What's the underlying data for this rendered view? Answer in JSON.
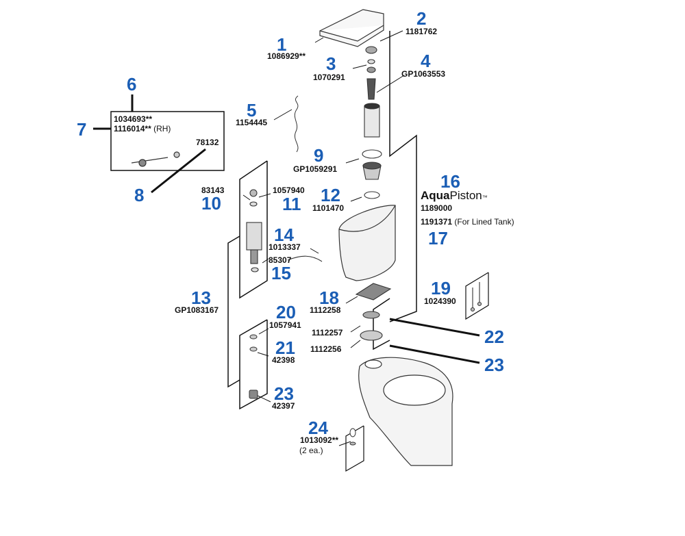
{
  "parts": [
    {
      "callout": "1",
      "part_number": "1086929**"
    },
    {
      "callout": "2",
      "part_number": "1181762"
    },
    {
      "callout": "3",
      "part_number": "1070291"
    },
    {
      "callout": "4",
      "part_number": "GP1063553"
    },
    {
      "callout": "5",
      "part_number": "1154445"
    },
    {
      "callout": "6",
      "part_number": "1034693**"
    },
    {
      "callout": "7",
      "part_number": "1116014**",
      "note": "(RH)"
    },
    {
      "callout": "8",
      "part_number": "78132"
    },
    {
      "callout": "9",
      "part_number": "GP1059291"
    },
    {
      "callout": "10",
      "part_number": "83143"
    },
    {
      "callout": "11",
      "part_number": "1057940"
    },
    {
      "callout": "12",
      "part_number": "1101470"
    },
    {
      "callout": "13",
      "part_number": "GP1083167"
    },
    {
      "callout": "14",
      "part_number": "1013337"
    },
    {
      "callout": "15",
      "part_number": "85307"
    },
    {
      "callout": "16",
      "part_number": "1189000",
      "brand_bold": "Aqua",
      "brand_regular": "Piston",
      "brand_mark": "™"
    },
    {
      "callout": "17",
      "part_number": "1191371",
      "note": "(For Lined Tank)"
    },
    {
      "callout": "18",
      "part_number": "1112258"
    },
    {
      "callout": "19",
      "part_number": "1024390"
    },
    {
      "callout": "20",
      "part_number": "1057941"
    },
    {
      "callout": "21",
      "part_number": "42398"
    },
    {
      "callout": "22",
      "part_number": "1112257"
    },
    {
      "callout": "23",
      "part_number": "1112256"
    },
    {
      "callout": "23",
      "part_number": "42397"
    },
    {
      "callout": "24",
      "part_number": "1013092**",
      "note": "(2 ea.)"
    }
  ]
}
